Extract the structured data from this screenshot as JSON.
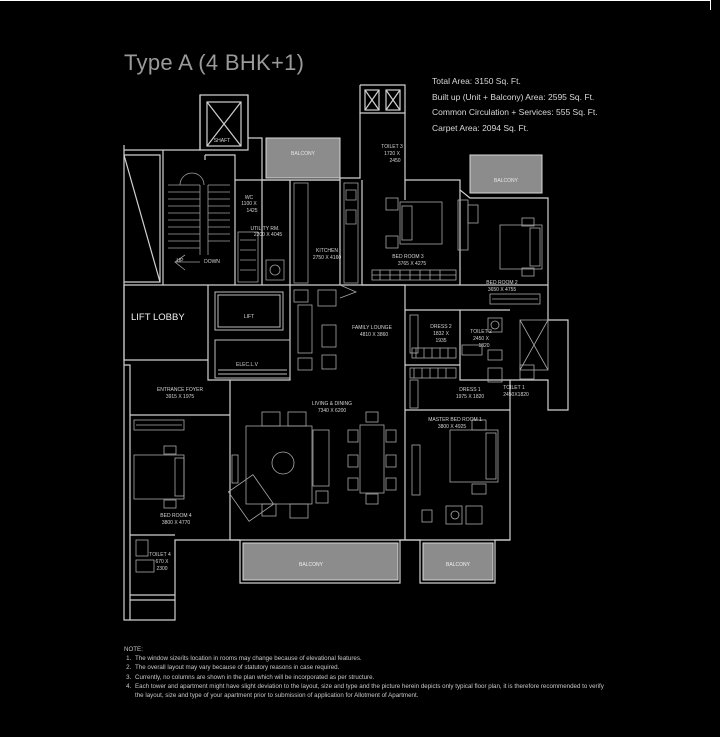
{
  "title": "Type A (4 BHK+1)",
  "areas": {
    "total": "Total Area: 3150 Sq. Ft.",
    "built_up": "Built up (Unit + Balcony) Area: 2595 Sq. Ft.",
    "common": "Common Circulation + Services: 555 Sq. Ft.",
    "carpet": "Carpet Area: 2094 Sq. Ft."
  },
  "rooms": {
    "shaft": "SHAFT",
    "balcony_top": "BALCONY",
    "toilet3": "TOILET 3",
    "toilet3_dim1": "1720 X",
    "toilet3_dim2": "2450",
    "balcony_right": "BALCONY",
    "wc": "WC",
    "wc_dim1": "1100 X",
    "wc_dim2": "1425",
    "utility": "UTILITY RM.",
    "utility_dim": "2200 X 4045",
    "kitchen": "KITCHEN",
    "kitchen_dim": "2750 X 4160",
    "bed3": "BED ROOM 3",
    "bed3_dim": "3765 X 4275",
    "bed2": "BED ROOM 2",
    "bed2_dim": "3650 X 4755",
    "up": "UP",
    "down": "DOWN",
    "lift_lobby": "LIFT LOBBY",
    "lift": "LIFT",
    "family": "FAMILY LOUNGE",
    "family_dim": "4810 X 3860",
    "dress2": "DRESS 2",
    "dress2_dim1": "1832 X",
    "dress2_dim2": "1935",
    "toilet2": "TOILET 2",
    "toilet2_dim1": "2450 X",
    "toilet2_dim2": "1820",
    "elec": "ELEC.L.V",
    "entrance": "ENTRANCE FOYER",
    "entrance_dim": "3915 X 1975",
    "living": "LIVING & DINING",
    "living_dim": "7340 X 6200",
    "dress1": "DRESS 1",
    "dress1_dim": "1975 X 1820",
    "toilet1": "TOILET 1",
    "toilet1_dim": "2450X1820",
    "master": "MASTER BED ROOM 1",
    "master_dim": "3800 X 4925",
    "bed4": "BED ROOM 4",
    "bed4_dim": "3800 X 4770",
    "toilet4": "TOILET 4",
    "toilet4_dim1": "670 X",
    "toilet4_dim2": "2300",
    "balcony_living": "BALCONY",
    "balcony_master": "BALCONY"
  },
  "notes": {
    "heading": "NOTE:",
    "items": [
      "The window size/its location in rooms may change because of elevational features.",
      "The overall layout may vary because of statutory reasons in case required.",
      "Currently, no columns are shown in the plan which will be incorporated as per structure.",
      "Each tower and apartment might have slight deviation to the layout, size and type and the picture herein depicts only typical floor plan, it is therefore recommended  to verify the layout, size and type of your apartment prior to submission of application for Allotment of Apartment."
    ]
  }
}
